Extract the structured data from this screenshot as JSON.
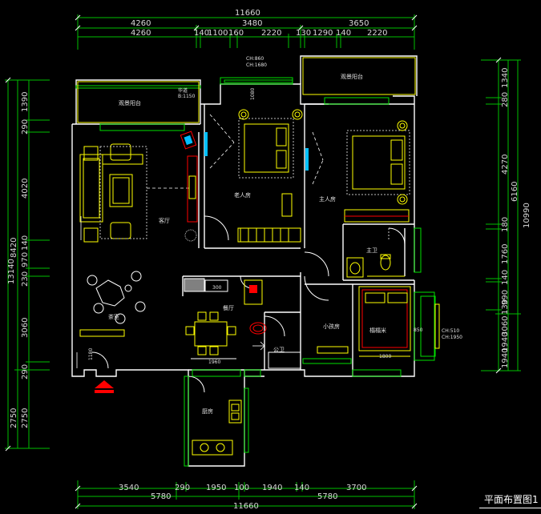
{
  "colors": {
    "wall": "#ffffff",
    "window": "#00e000",
    "furniture": "#ffff00",
    "dim_line": "#00c000",
    "dim_text": "#d8d8d8",
    "accent_red": "#ff0000",
    "cyan": "#00c0ff"
  },
  "top_dims": {
    "overall": "11660",
    "row2": [
      "4260",
      "3480",
      "3650"
    ],
    "row3": [
      "4260",
      "140",
      "1100",
      "160",
      "2220",
      "130",
      "1290",
      "140",
      "2220"
    ]
  },
  "bottom_dims": {
    "row1": [
      "3540",
      "290",
      "1950",
      "100",
      "1940",
      "140",
      "3700"
    ],
    "row2": [
      "5780",
      "5780"
    ],
    "overall": "11660"
  },
  "left_dims": {
    "outer": "13140",
    "middle": [
      "8420",
      "2750"
    ],
    "inner": [
      "1390",
      "290",
      "4020",
      "970",
      "140",
      "230",
      "3060",
      "290",
      "2750"
    ]
  },
  "right_dims": {
    "outer": "10990",
    "middle": [
      "6160",
      "1940"
    ],
    "inner": [
      "1340",
      "280",
      "4270",
      "180",
      "1760",
      "140",
      "990",
      "130",
      "3060",
      "1940"
    ]
  },
  "rooms": {
    "balcony_left": "观景阳台",
    "balcony_right": "观景阳台",
    "living": "客厅",
    "old_bedroom": "老人房",
    "master_bedroom": "主人房",
    "master_bath": "主卫",
    "tea_room": "茶室",
    "dining": "餐厅",
    "public_bath": "公卫",
    "child_room": "小孩房",
    "tatami": "榻榻米",
    "kitchen": "厨房"
  },
  "annotations": {
    "ac_top": "华道",
    "ac_top_dim": "B:1150",
    "win_top_a": "CH:860",
    "win_top_b": "CH:1680",
    "door_top": "1080",
    "dining_cabinet": "300",
    "dining_width": "1960",
    "left_wall_dim": "1180",
    "tatami_dim": "1800",
    "tatami_side": "850",
    "win_right_a": "CH:510",
    "win_right_b": "CH:1950"
  },
  "caption": "平面布置图1"
}
